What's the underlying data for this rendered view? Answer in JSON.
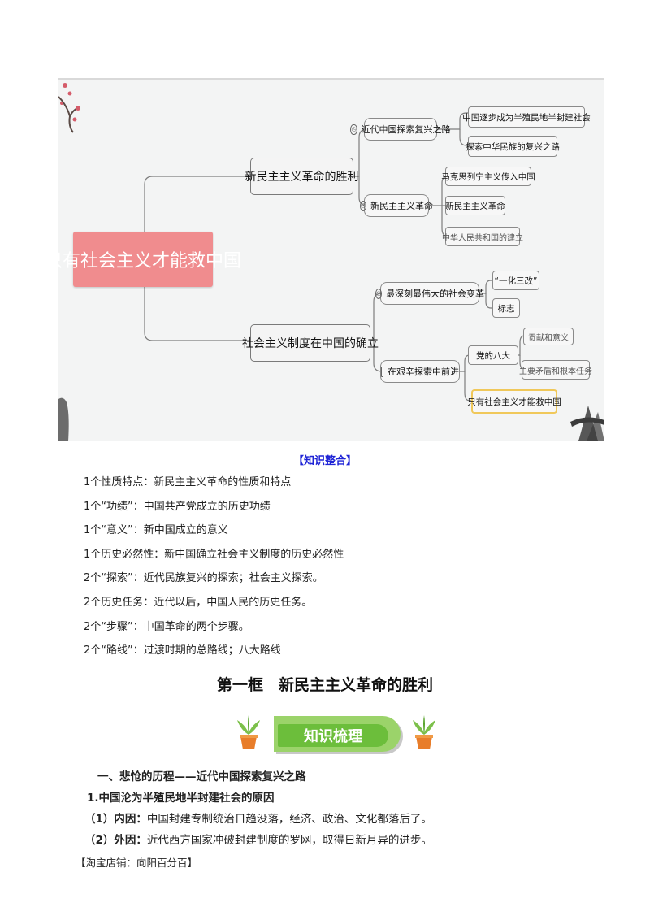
{
  "mindmap": {
    "root": "只有社会主义才能救中国",
    "branch1": {
      "label": "新民主主义革命的胜利",
      "sub1": {
        "label": "近代中国探索复兴之路",
        "children": [
          "中国逐步成为半殖民地半封建社会",
          "探索中华民族的复兴之路"
        ]
      },
      "sub2": {
        "label": "新民主主义革命",
        "children": [
          "马克思列宁主义传入中国",
          "新民主主义革命",
          "中华人民共和国的建立"
        ]
      }
    },
    "branch2": {
      "label": "社会主义制度在中国的确立",
      "sub1": {
        "label": "最深刻最伟大的社会变革",
        "children": [
          "“一化三改”",
          "标志"
        ]
      },
      "sub2": {
        "label": "在艰辛探索中前进",
        "child_party": "党的八大",
        "party_children": [
          "贡献和意义",
          "主要矛盾和根本任务"
        ],
        "child_last": "只有社会主义才能救中国"
      }
    }
  },
  "knowledge_section": {
    "title": "【知识整合】",
    "items": [
      "1个性质特点：新民主主义革命的性质和特点",
      "1个“功绩”：中国共产党成立的历史功绩",
      "1个“意义”：新中国成立的意义",
      "1个历史必然性：新中国确立社会主义制度的历史必然性",
      "2个“探索”：近代民族复兴的探索；社会主义探索。",
      "2个历史任务：近代以后，中国人民的历史任务。",
      "2个“步骤”：中国革命的两个步骤。",
      "2个“路线”：过渡时期的总路线；八大路线"
    ]
  },
  "lesson_title": "第一框　新民主主义革命的胜利",
  "banner_label": "知识梳理",
  "content": {
    "heading1": "一、悲怆的历程——近代中国探索复兴之路",
    "heading2": "1.中国沦为半殖民地半封建社会的原因",
    "para1_label": "（1）内因：",
    "para1_text": "中国封建专制统治日趋没落，经济、政治、文化都落后了。",
    "para2_label": "（2）外因：",
    "para2_text": "近代西方国家冲破封建制度的罗网，取得日新月异的进步。"
  },
  "footer": "【淘宝店铺：向阳百分百】",
  "colors": {
    "root_fill": "#f08c8e",
    "section_title": "#1f24d6",
    "banner_green": "#6cbe3b"
  }
}
